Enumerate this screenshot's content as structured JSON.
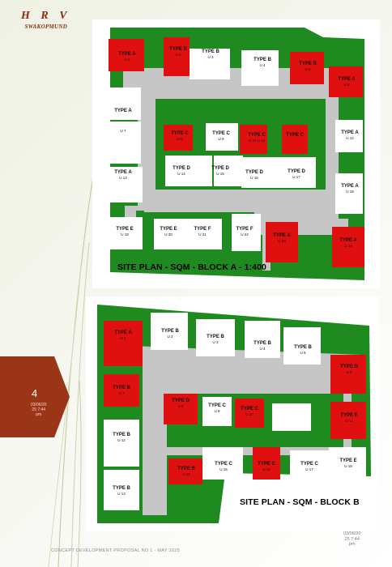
{
  "brand": {
    "title": "H R V",
    "subtitle": "SWAKOPMUND"
  },
  "colors": {
    "green": "#1f8a1f",
    "red": "#e01010",
    "road": "#c6c6c6",
    "white": "#ffffff",
    "tab": "#9a3517"
  },
  "page": {
    "number": "4",
    "date": "03/06/20",
    "time": "25 7:44",
    "ampm": "pm"
  },
  "footer": {
    "text": "CONCEPT DEVELOPMENT PROPOSAL NO 1 - MAY 2025",
    "date": "03/06/20",
    "time": "25 7:44",
    "ampm": "pm"
  },
  "block_a": {
    "caption": "SITE PLAN - SQM - BLOCK A - 1:400",
    "plots": [
      {
        "type": "TYPE A",
        "unit": "U 1"
      },
      {
        "type": "TYPE B",
        "unit": "U 2"
      },
      {
        "type": "TYPE B",
        "unit": "U 3"
      },
      {
        "type": "TYPE B",
        "unit": "U 4"
      },
      {
        "type": "TYPE B",
        "unit": "U 5"
      },
      {
        "type": "TYPE A",
        "unit": "U 6"
      },
      {
        "type": "TYPE A",
        "unit": ""
      },
      {
        "type": "",
        "unit": "U 7"
      },
      {
        "type": "TYPE C",
        "unit": "U 8"
      },
      {
        "type": "TYPE C",
        "unit": "U 9"
      },
      {
        "type": "TYPE C",
        "unit": "U 10 U 11"
      },
      {
        "type": "TYPE C",
        "unit": ""
      },
      {
        "type": "TYPE A",
        "unit": "U 12"
      },
      {
        "type": "TYPE A",
        "unit": "U 13"
      },
      {
        "type": "TYPE D",
        "unit": "U 14"
      },
      {
        "type": "TYPE D",
        "unit": "U 15"
      },
      {
        "type": "TYPE D",
        "unit": "U 16"
      },
      {
        "type": "TYPE D",
        "unit": "U 17"
      },
      {
        "type": "TYPE A",
        "unit": "U 18"
      },
      {
        "type": "TYPE E",
        "unit": "U 19"
      },
      {
        "type": "TYPE E",
        "unit": "U 20"
      },
      {
        "type": "TYPE F",
        "unit": "U 21"
      },
      {
        "type": "TYPE F",
        "unit": "U 22"
      },
      {
        "type": "TYPE A",
        "unit": "U 23"
      },
      {
        "type": "TYPE A",
        "unit": "U 24"
      }
    ]
  },
  "block_b": {
    "caption": "SITE PLAN - SQM - BLOCK B",
    "plots": [
      {
        "type": "TYPE A",
        "unit": "U 1"
      },
      {
        "type": "TYPE B",
        "unit": "U 2"
      },
      {
        "type": "TYPE B",
        "unit": "U 3"
      },
      {
        "type": "TYPE B",
        "unit": "U 4"
      },
      {
        "type": "TYPE B",
        "unit": "U 5"
      },
      {
        "type": "TYPE B",
        "unit": "U 7"
      },
      {
        "type": "TYPE D",
        "unit": "U 8"
      },
      {
        "type": "TYPE C",
        "unit": "U 9"
      },
      {
        "type": "TYPE C",
        "unit": "U 10"
      },
      {
        "type": "TYPE D",
        "unit": "U 6"
      },
      {
        "type": "TYPE E",
        "unit": "U 11"
      },
      {
        "type": "TYPE B",
        "unit": "U 12"
      },
      {
        "type": "TYPE B",
        "unit": "U 13"
      },
      {
        "type": "TYPE B",
        "unit": "U 14"
      },
      {
        "type": "TYPE C",
        "unit": "U 15"
      },
      {
        "type": "TYPE C",
        "unit": "U 16"
      },
      {
        "type": "TYPE C",
        "unit": "U 17"
      },
      {
        "type": "TYPE E",
        "unit": "U 18"
      }
    ]
  }
}
